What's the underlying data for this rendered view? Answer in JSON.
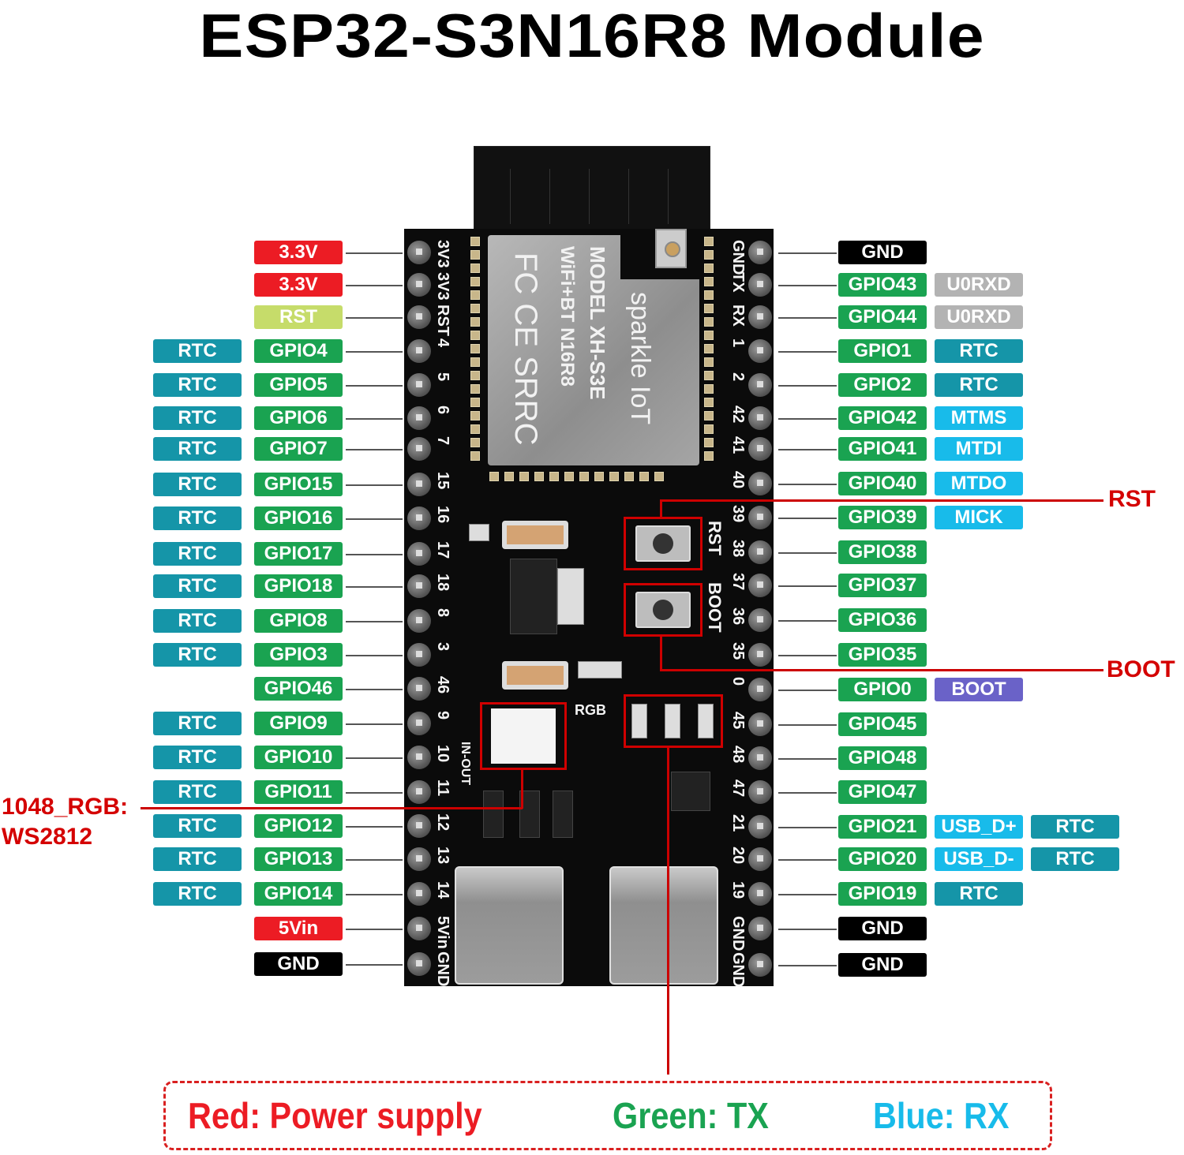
{
  "title": "ESP32-S3N16R8 Module",
  "colors": {
    "power": "#ec1c24",
    "rst": "#c6dc6a",
    "gpio": "#1aa351",
    "rtc": "#1595a8",
    "gnd": "#000000",
    "uart": "#b3b3b3",
    "jtag_usb": "#18bbea",
    "boot": "#6a62c8",
    "callout": "#d40000"
  },
  "left_pins": [
    {
      "silk": "3V3",
      "main": {
        "text": "3.3V",
        "kind": "power"
      },
      "alt": null
    },
    {
      "silk": "3V3",
      "main": {
        "text": "3.3V",
        "kind": "power"
      },
      "alt": null
    },
    {
      "silk": "RST",
      "main": {
        "text": "RST",
        "kind": "rst"
      },
      "alt": null
    },
    {
      "silk": "4",
      "main": {
        "text": "GPIO4",
        "kind": "gpio"
      },
      "alt": {
        "text": "RTC",
        "kind": "rtc"
      }
    },
    {
      "silk": "5",
      "main": {
        "text": "GPIO5",
        "kind": "gpio"
      },
      "alt": {
        "text": "RTC",
        "kind": "rtc"
      }
    },
    {
      "silk": "6",
      "main": {
        "text": "GPIO6",
        "kind": "gpio"
      },
      "alt": {
        "text": "RTC",
        "kind": "rtc"
      }
    },
    {
      "silk": "7",
      "main": {
        "text": "GPIO7",
        "kind": "gpio"
      },
      "alt": {
        "text": "RTC",
        "kind": "rtc"
      }
    },
    {
      "silk": "15",
      "main": {
        "text": "GPIO15",
        "kind": "gpio"
      },
      "alt": {
        "text": "RTC",
        "kind": "rtc"
      }
    },
    {
      "silk": "16",
      "main": {
        "text": "GPIO16",
        "kind": "gpio"
      },
      "alt": {
        "text": "RTC",
        "kind": "rtc"
      }
    },
    {
      "silk": "17",
      "main": {
        "text": "GPIO17",
        "kind": "gpio"
      },
      "alt": {
        "text": "RTC",
        "kind": "rtc"
      }
    },
    {
      "silk": "18",
      "main": {
        "text": "GPIO18",
        "kind": "gpio"
      },
      "alt": {
        "text": "RTC",
        "kind": "rtc"
      }
    },
    {
      "silk": "8",
      "main": {
        "text": "GPIO8",
        "kind": "gpio"
      },
      "alt": {
        "text": "RTC",
        "kind": "rtc"
      }
    },
    {
      "silk": "3",
      "main": {
        "text": "GPIO3",
        "kind": "gpio"
      },
      "alt": {
        "text": "RTC",
        "kind": "rtc"
      }
    },
    {
      "silk": "46",
      "main": {
        "text": "GPIO46",
        "kind": "gpio"
      },
      "alt": null
    },
    {
      "silk": "9",
      "main": {
        "text": "GPIO9",
        "kind": "gpio"
      },
      "alt": {
        "text": "RTC",
        "kind": "rtc"
      }
    },
    {
      "silk": "10",
      "main": {
        "text": "GPIO10",
        "kind": "gpio"
      },
      "alt": {
        "text": "RTC",
        "kind": "rtc"
      }
    },
    {
      "silk": "11",
      "main": {
        "text": "GPIO11",
        "kind": "gpio"
      },
      "alt": {
        "text": "RTC",
        "kind": "rtc"
      }
    },
    {
      "silk": "12",
      "main": {
        "text": "GPIO12",
        "kind": "gpio"
      },
      "alt": {
        "text": "RTC",
        "kind": "rtc"
      }
    },
    {
      "silk": "13",
      "main": {
        "text": "GPIO13",
        "kind": "gpio"
      },
      "alt": {
        "text": "RTC",
        "kind": "rtc"
      }
    },
    {
      "silk": "14",
      "main": {
        "text": "GPIO14",
        "kind": "gpio"
      },
      "alt": {
        "text": "RTC",
        "kind": "rtc"
      }
    },
    {
      "silk": "5Vin",
      "main": {
        "text": "5Vin",
        "kind": "power"
      },
      "alt": null
    },
    {
      "silk": "GND",
      "main": {
        "text": "GND",
        "kind": "gnd"
      },
      "alt": null
    }
  ],
  "right_pins": [
    {
      "silk": "GND",
      "main": {
        "text": "GND",
        "kind": "gnd"
      },
      "alts": []
    },
    {
      "silk": "TX",
      "main": {
        "text": "GPIO43",
        "kind": "gpio"
      },
      "alts": [
        {
          "text": "U0RXD",
          "kind": "uart"
        }
      ]
    },
    {
      "silk": "RX",
      "main": {
        "text": "GPIO44",
        "kind": "gpio"
      },
      "alts": [
        {
          "text": "U0RXD",
          "kind": "uart"
        }
      ]
    },
    {
      "silk": "1",
      "main": {
        "text": "GPIO1",
        "kind": "gpio"
      },
      "alts": [
        {
          "text": "RTC",
          "kind": "rtc"
        }
      ]
    },
    {
      "silk": "2",
      "main": {
        "text": "GPIO2",
        "kind": "gpio"
      },
      "alts": [
        {
          "text": "RTC",
          "kind": "rtc"
        }
      ]
    },
    {
      "silk": "42",
      "main": {
        "text": "GPIO42",
        "kind": "gpio"
      },
      "alts": [
        {
          "text": "MTMS",
          "kind": "jtag"
        }
      ]
    },
    {
      "silk": "41",
      "main": {
        "text": "GPIO41",
        "kind": "gpio"
      },
      "alts": [
        {
          "text": "MTDI",
          "kind": "jtag"
        }
      ]
    },
    {
      "silk": "40",
      "main": {
        "text": "GPIO40",
        "kind": "gpio"
      },
      "alts": [
        {
          "text": "MTDO",
          "kind": "jtag"
        }
      ]
    },
    {
      "silk": "39",
      "main": {
        "text": "GPIO39",
        "kind": "gpio"
      },
      "alts": [
        {
          "text": "MICK",
          "kind": "jtag"
        }
      ]
    },
    {
      "silk": "38",
      "main": {
        "text": "GPIO38",
        "kind": "gpio"
      },
      "alts": []
    },
    {
      "silk": "37",
      "main": {
        "text": "GPIO37",
        "kind": "gpio"
      },
      "alts": []
    },
    {
      "silk": "36",
      "main": {
        "text": "GPIO36",
        "kind": "gpio"
      },
      "alts": []
    },
    {
      "silk": "35",
      "main": {
        "text": "GPIO35",
        "kind": "gpio"
      },
      "alts": []
    },
    {
      "silk": "0",
      "main": {
        "text": "GPIO0",
        "kind": "gpio"
      },
      "alts": [
        {
          "text": "BOOT",
          "kind": "boot"
        }
      ]
    },
    {
      "silk": "45",
      "main": {
        "text": "GPIO45",
        "kind": "gpio"
      },
      "alts": []
    },
    {
      "silk": "48",
      "main": {
        "text": "GPIO48",
        "kind": "gpio"
      },
      "alts": []
    },
    {
      "silk": "47",
      "main": {
        "text": "GPIO47",
        "kind": "gpio"
      },
      "alts": []
    },
    {
      "silk": "21",
      "main": {
        "text": "GPIO21",
        "kind": "gpio"
      },
      "alts": [
        {
          "text": "USB_D+",
          "kind": "jtag"
        },
        {
          "text": "RTC",
          "kind": "rtc"
        }
      ]
    },
    {
      "silk": "20",
      "main": {
        "text": "GPIO20",
        "kind": "gpio"
      },
      "alts": [
        {
          "text": "USB_D-",
          "kind": "jtag"
        },
        {
          "text": "RTC",
          "kind": "rtc"
        }
      ]
    },
    {
      "silk": "19",
      "main": {
        "text": "GPIO19",
        "kind": "gpio"
      },
      "alts": [
        {
          "text": "RTC",
          "kind": "rtc"
        }
      ]
    },
    {
      "silk": "GND",
      "main": {
        "text": "GND",
        "kind": "gnd"
      },
      "alts": []
    },
    {
      "silk": "GND",
      "main": {
        "text": "GND",
        "kind": "gnd"
      },
      "alts": []
    }
  ],
  "board": {
    "module_brand": "sparkle IoT",
    "module_model": "MODEL  XH-S3E",
    "module_spec": "WiFi+BT  N16R8",
    "cert_marks": "FC CE SRRC",
    "silk_rst": "RST",
    "silk_boot": "BOOT",
    "silk_rgb": "RGB",
    "silk_in_out": "IN-OUT"
  },
  "callouts": {
    "rst": "RST",
    "boot": "BOOT",
    "rgb_line1": "1048_RGB:",
    "rgb_line2": "WS2812"
  },
  "legend": {
    "red": {
      "text": "Red: Power supply",
      "color": "#ec1c24"
    },
    "green": {
      "text": "Green: TX",
      "color": "#1aa351"
    },
    "blue": {
      "text": "Blue: RX",
      "color": "#18bbea"
    }
  }
}
